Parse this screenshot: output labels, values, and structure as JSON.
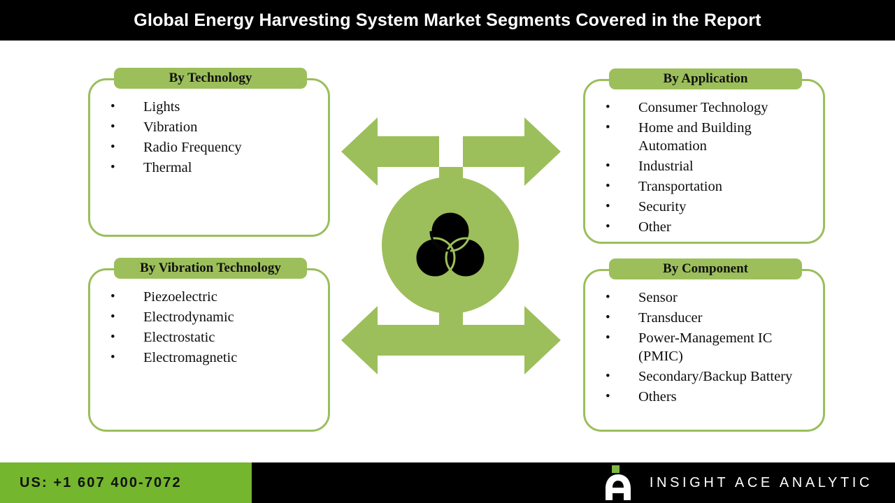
{
  "header": {
    "title": "Global Energy Harvesting System Market Segments Covered in the Report"
  },
  "theme": {
    "tab_green": "#9CBF5B",
    "border_green": "#9BBE5C",
    "footer_green": "#74B62E",
    "bar_black": "#000000",
    "text_white": "#FFFFFF",
    "text_black": "#0D0D0D"
  },
  "segments": [
    {
      "id": "technology",
      "title": "By Technology",
      "items": [
        "Lights",
        "Vibration",
        "Radio Frequency",
        "Thermal"
      ]
    },
    {
      "id": "application",
      "title": "By Application",
      "items": [
        "Consumer Technology",
        "Home and Building Automation",
        "Industrial",
        "Transportation",
        "Security",
        "Other"
      ]
    },
    {
      "id": "vibration",
      "title": "By Vibration Technology",
      "items": [
        "Piezoelectric",
        "Electrodynamic",
        "Electrostatic",
        "Electromagnetic"
      ]
    },
    {
      "id": "component",
      "title": "By Component",
      "items": [
        "Sensor",
        "Transducer",
        "Power-Management IC (PMIC)",
        "Secondary/Backup Battery",
        "Others"
      ]
    }
  ],
  "hub": {
    "icon": "venn-diagram-icon",
    "arrow_top": "double-headed-arrow-icon",
    "arrow_bottom": "double-headed-arrow-icon"
  },
  "footer": {
    "phone": "US: +1 607 400-7072",
    "brand": "INSIGHT ACE ANALYTIC",
    "logo": "insightace-a-logo"
  }
}
